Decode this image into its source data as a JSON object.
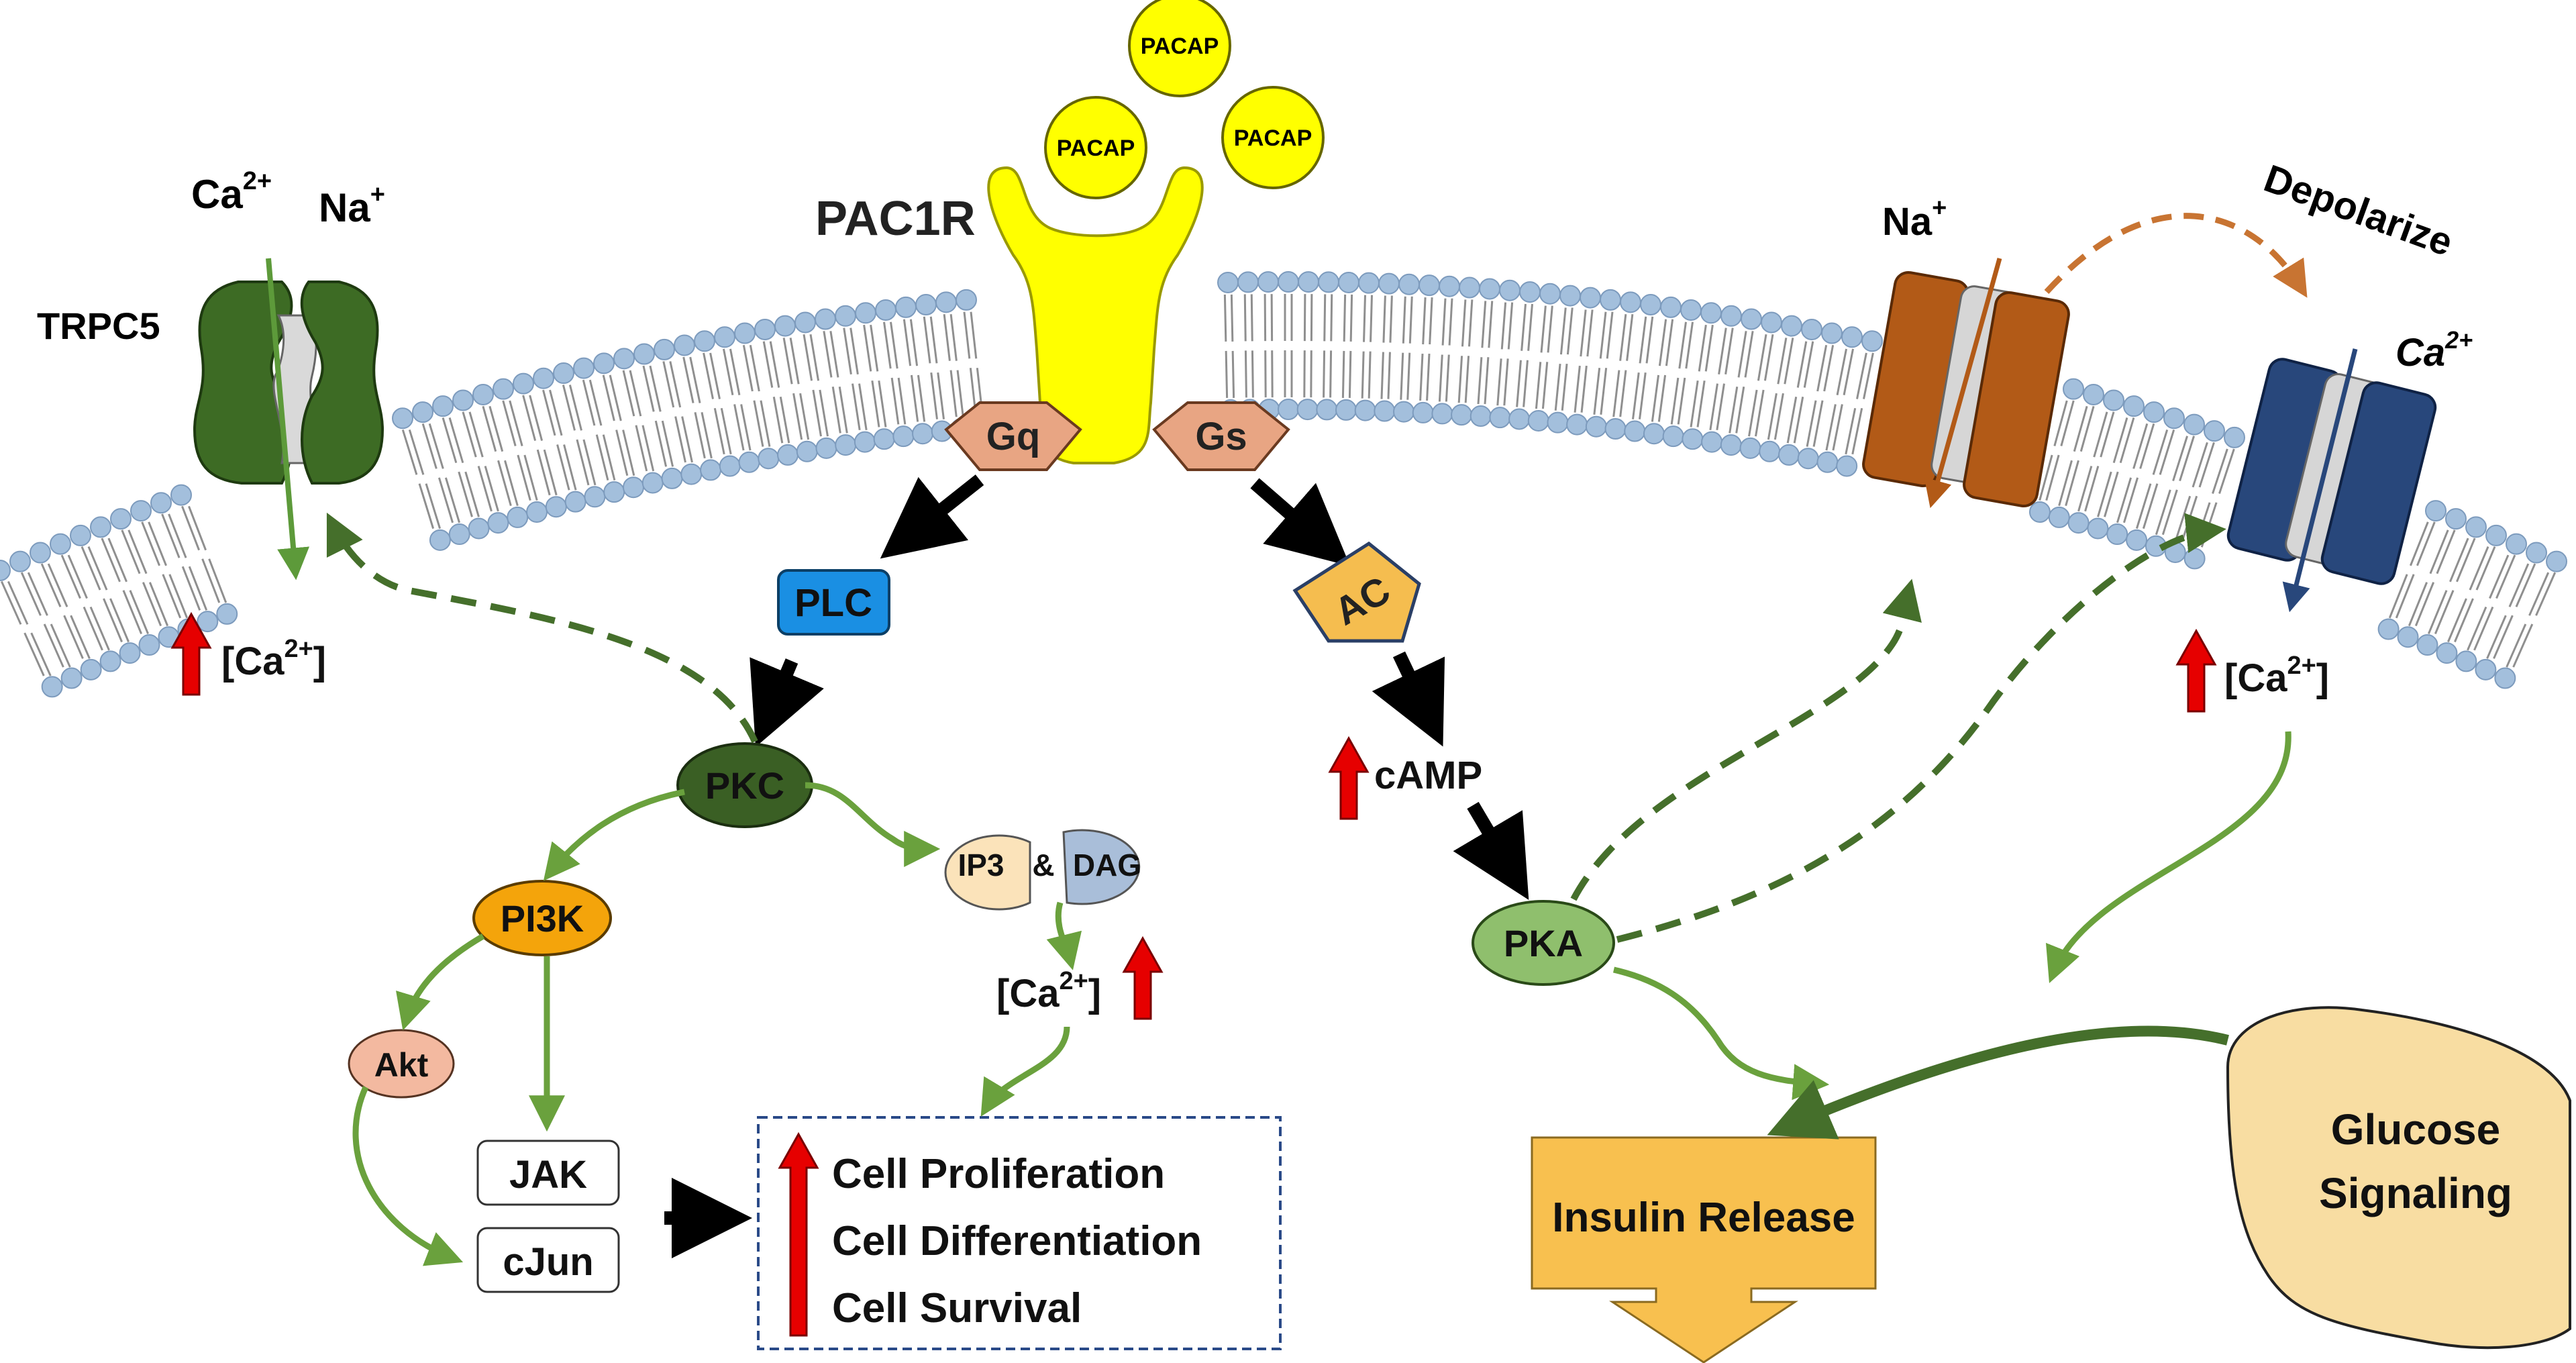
{
  "labels": {
    "trpc5": "TRPC5",
    "ca_left": "Ca",
    "na_left": "Na",
    "pac1r": "PAC1R",
    "pacap": "PACAP",
    "gq": "Gq",
    "gs": "Gs",
    "plc": "PLC",
    "ac": "AC",
    "pkc": "PKC",
    "pi3k": "PI3K",
    "akt": "Akt",
    "jak": "JAK",
    "cjun": "cJun",
    "ip3": "IP3",
    "amp": "&",
    "dag": "DAG",
    "camp": "cAMP",
    "pka": "PKA",
    "na_right": "Na",
    "depolarize": "Depolarize",
    "ca_right": "Ca",
    "ca_conc": "[Ca",
    "ca_close": "]",
    "sup_2plus": "2+",
    "sup_plus": "+",
    "outcome_1": "Cell Proliferation",
    "outcome_2": "Cell Differentiation",
    "outcome_3": "Cell Survival",
    "insulin": "Insulin Release",
    "glucose_1": "Glucose",
    "glucose_2": "Signaling"
  },
  "colors": {
    "membrane_head": "#a3bfdc",
    "membrane_tail": "#8f8f8f",
    "trpc5": "#3d6b24",
    "pac1r": "#ffff00",
    "pacap": "#ffff00",
    "g_protein": "#e8a583",
    "plc": "#1a8fe3",
    "ac": "#f5bd4f",
    "pkc": "#3a5f24",
    "pi3k": "#f4a40b",
    "akt": "#f3b9a0",
    "ip3": "#fbe3ba",
    "dag": "#a9bed9",
    "pka": "#8fbf6d",
    "na_channel": "#b25a17",
    "ca_channel": "#28477b",
    "insulin": "#f8c04f",
    "glucose": "#f8dda2",
    "green_arrow": "#6aa13d",
    "dashed_green": "#456f2b",
    "orange_arrow": "#c87432",
    "up_arrow": "#e60000"
  }
}
